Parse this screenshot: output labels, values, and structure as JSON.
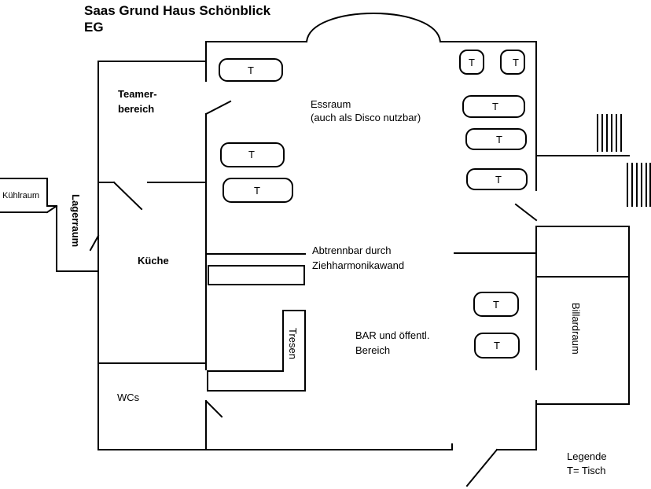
{
  "title": {
    "line1": "Saas Grund Haus Schönblick",
    "line2": "EG"
  },
  "rooms": {
    "teamer_1": "Teamer-",
    "teamer_2": "bereich",
    "essraum_1": "Essraum",
    "essraum_2": "(auch als Disco nutzbar)",
    "kuehlraum": "Kühlraum",
    "lagerraum": "Lagerraum",
    "kueche": "Küche",
    "partition_1": "Abtrennbar durch",
    "partition_2": "Ziehharmonikawand",
    "tresen": "Tresen",
    "bar_1": "BAR und öffentl.",
    "bar_2": "Bereich",
    "billardraum": "Billardraum",
    "wcs": "WCs"
  },
  "table_label": "T",
  "legend": {
    "line1": "Legende",
    "line2": "T= Tisch"
  }
}
